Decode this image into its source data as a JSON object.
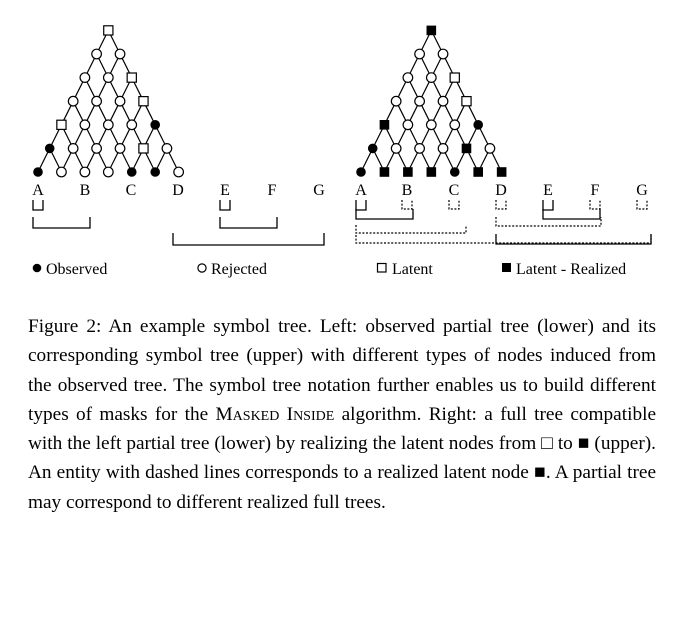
{
  "leaves": [
    "A",
    "B",
    "C",
    "D",
    "E",
    "F",
    "G"
  ],
  "legend": {
    "observed": "Observed",
    "rejected": "Rejected",
    "latent": "Latent",
    "latent_realized": "Latent - Realized"
  },
  "caption": {
    "prefix": "Figure 2:",
    "text1": "An example symbol tree. Left: observed partial tree (lower) and its corresponding symbol tree (upper) with different types of nodes induced from the observed tree. The symbol tree notation further enables us to build different types of masks for the",
    "algo_name": "Masked Inside",
    "text2": "algorithm. Right: a full tree compatible with the left partial tree (lower) by realizing the latent nodes from □ to ■ (upper). An entity with dashed lines corresponds to a realized latent node ■. A partial tree may correspond to different realized full trees."
  },
  "left_tree": {
    "node_types": [
      [
        "observed",
        "rejected",
        "rejected",
        "rejected",
        "observed",
        "observed",
        "rejected"
      ],
      [
        "observed",
        "rejected",
        "rejected",
        "rejected",
        "latent",
        "rejected"
      ],
      [
        "latent",
        "rejected",
        "rejected",
        "rejected",
        "observed"
      ],
      [
        "rejected",
        "rejected",
        "rejected",
        "latent"
      ],
      [
        "rejected",
        "rejected",
        "latent"
      ],
      [
        "rejected",
        "rejected"
      ],
      [
        "latent"
      ]
    ]
  },
  "right_tree": {
    "node_types": [
      [
        "observed",
        "realized",
        "realized",
        "realized",
        "observed",
        "realized",
        "realized"
      ],
      [
        "observed",
        "rejected",
        "rejected",
        "rejected",
        "realized",
        "rejected"
      ],
      [
        "realized",
        "rejected",
        "rejected",
        "rejected",
        "observed"
      ],
      [
        "rejected",
        "rejected",
        "rejected",
        "latent"
      ],
      [
        "rejected",
        "rejected",
        "latent"
      ],
      [
        "rejected",
        "rejected"
      ],
      [
        "realized"
      ]
    ]
  }
}
